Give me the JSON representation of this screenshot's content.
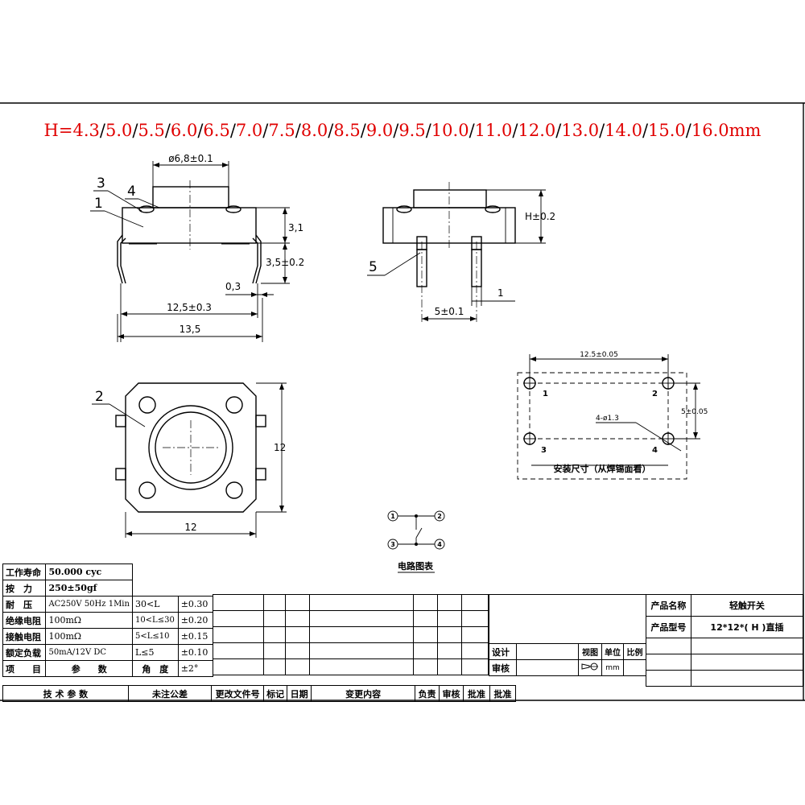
{
  "header": {
    "prefix": "H=",
    "heights": [
      "4.3",
      "5.0",
      "5.5",
      "6.0",
      "6.5",
      "7.0",
      "7.5",
      "8.0",
      "8.5",
      "9.0",
      "9.5",
      "10.0",
      "11.0",
      "12.0",
      "13.0",
      "14.0",
      "15.0",
      "16.0"
    ],
    "unit": "mm"
  },
  "front_view": {
    "label_1": "1",
    "label_3": "3",
    "label_4": "4",
    "dim_cap": "ø6,8±0.1",
    "dim_body_h": "3,1",
    "dim_pin_len": "3,5±0.2",
    "dim_pin_thk": "0,3",
    "dim_pin_span": "12,5±0.3",
    "dim_total": "13,5"
  },
  "side_view": {
    "label_5": "5",
    "dim_height": "H±0.2",
    "dim_pin_pitch": "5±0.1",
    "dim_pin_w": "1"
  },
  "top_view": {
    "label_2": "2",
    "dim_width": "12",
    "dim_height": "12"
  },
  "mounting": {
    "dim_x": "12.5±0.05",
    "dim_y": "5±0.05",
    "hole": "4-ø1.3",
    "pins": [
      "1",
      "2",
      "3",
      "4"
    ],
    "caption": "安装尺寸（从焊锡面看）"
  },
  "circuit": {
    "pins": [
      "1",
      "2",
      "3",
      "4"
    ],
    "caption": "电路图表"
  },
  "spec_table": {
    "rows": [
      [
        "工作寿命",
        "50.000 cyc"
      ],
      [
        "按　力",
        "250±50gf"
      ],
      [
        "耐　压",
        "AC250V 50Hz 1Min"
      ],
      [
        "绝缘电阻",
        "100mΩ"
      ],
      [
        "接触电阻",
        "100mΩ"
      ],
      [
        "额定负载",
        "50mA/12V DC"
      ],
      [
        "项　　目",
        "参　　数"
      ]
    ],
    "tolerances": [
      [
        "30<L",
        "±0.30"
      ],
      [
        "10<L≤30",
        "±0.20"
      ],
      [
        "5<L≤10",
        "±0.15"
      ],
      [
        "L≤5",
        "±0.10"
      ],
      [
        "角　度",
        "±2°"
      ]
    ],
    "footer": [
      "技 术 参 数",
      "未注公差",
      "更改文件号",
      "标记",
      "日期",
      "变更内容",
      "负责",
      "审核",
      "批准",
      "批准"
    ],
    "sign": [
      "设计",
      "审核"
    ],
    "view_cols": [
      "视图",
      "单位",
      "比例"
    ],
    "unit": "mm",
    "product_name_label": "产品名称",
    "product_name": "轻触开关",
    "product_model_label": "产品型号",
    "product_model": "12*12*( H )直插"
  }
}
